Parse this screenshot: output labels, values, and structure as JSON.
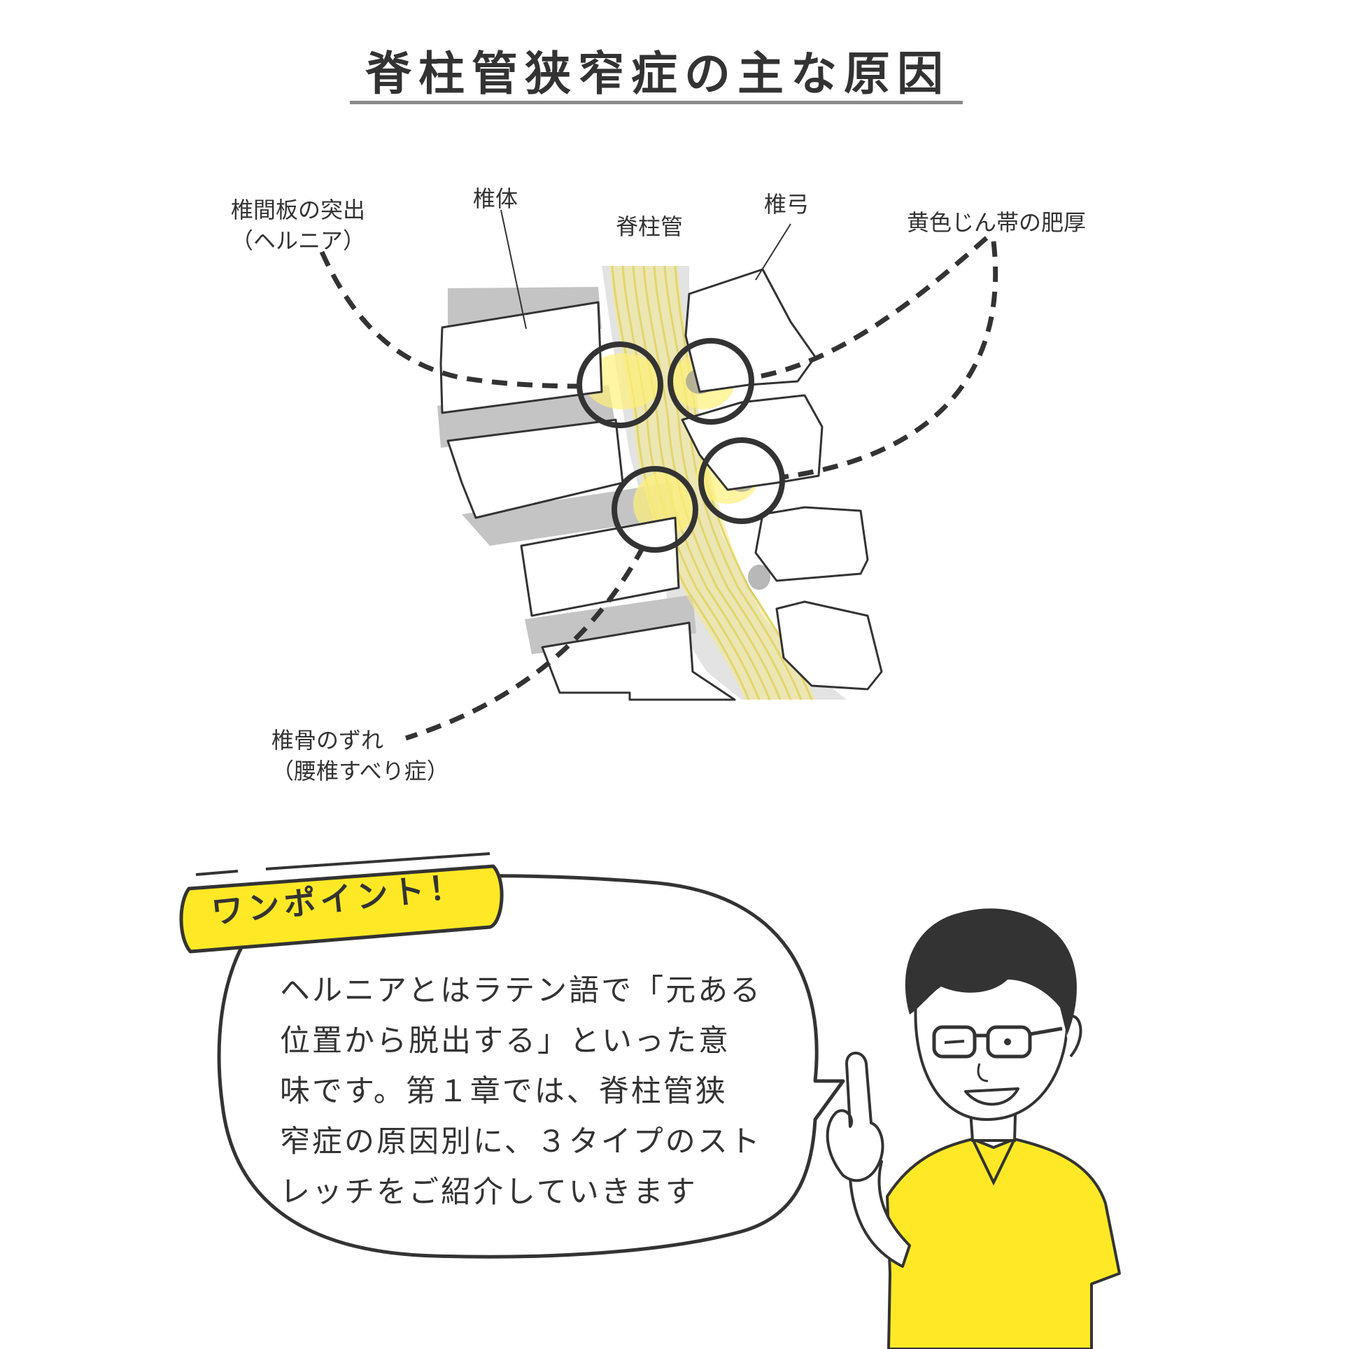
{
  "title": "脊柱管狭窄症の主な原因",
  "diagram": {
    "labels": {
      "disc_herniation": [
        "椎間板の突出",
        "（ヘルニア）"
      ],
      "vertebral_body": "椎体",
      "spinal_canal": "脊柱管",
      "vertebral_arch": "椎弓",
      "ligament_thickening": "黄色じん帯の肥厚",
      "spondylolisthesis": [
        "椎骨のずれ",
        "（腰椎すべり症）"
      ]
    },
    "colors": {
      "bone_outline": "#333333",
      "disc_gray": "#c4c4c4",
      "nerve_yellow": "#f4ea8c",
      "canal_gray": "#e3e3e3",
      "highlight_yellow": "#fff17a"
    }
  },
  "onepoint": {
    "badge": "ワンポイント！",
    "badge_color": "#ffe926",
    "text_lines": [
      "ヘルニアとはラテン語で「元ある",
      "位置から脱出する」といった意",
      "味です。第１章では、脊柱管狭",
      "窄症の原因別に、３タイプのスト",
      "レッチをご紹介していきます"
    ]
  },
  "character": {
    "shirt_color": "#ffe926",
    "icon": "teacher-pointing-icon"
  }
}
